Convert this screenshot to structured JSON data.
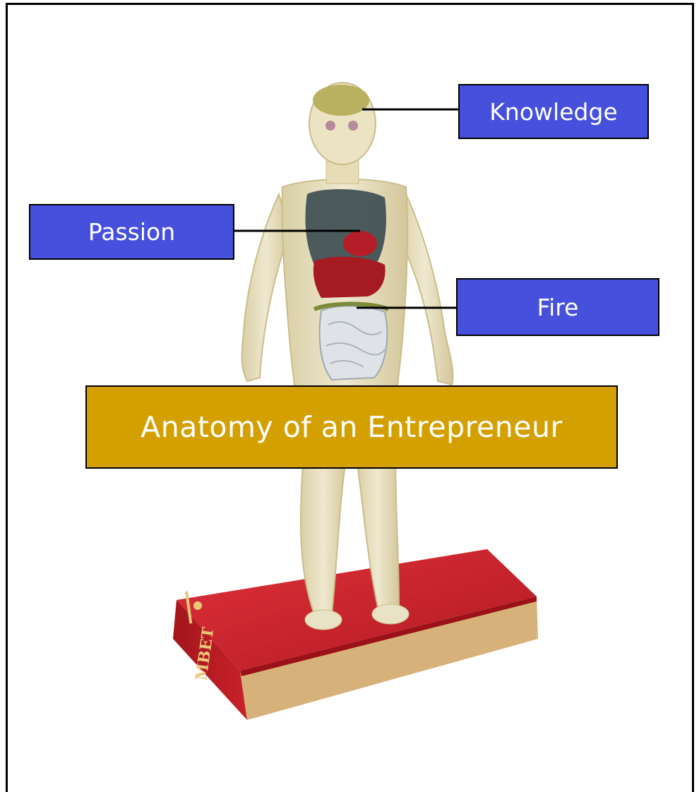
{
  "diagram": {
    "title": "Anatomy of an Entrepreneur",
    "callouts": {
      "knowledge": "Knowledge",
      "passion": "Passion",
      "fire": "Fire"
    },
    "book_spine_text": "MBET"
  },
  "colors": {
    "callout_fill": "#4650dd",
    "callout_text": "#ffffff",
    "title_fill": "#d4a000",
    "title_text": "#ffffff",
    "book_red": "#c8202a",
    "frame": "#000000"
  }
}
